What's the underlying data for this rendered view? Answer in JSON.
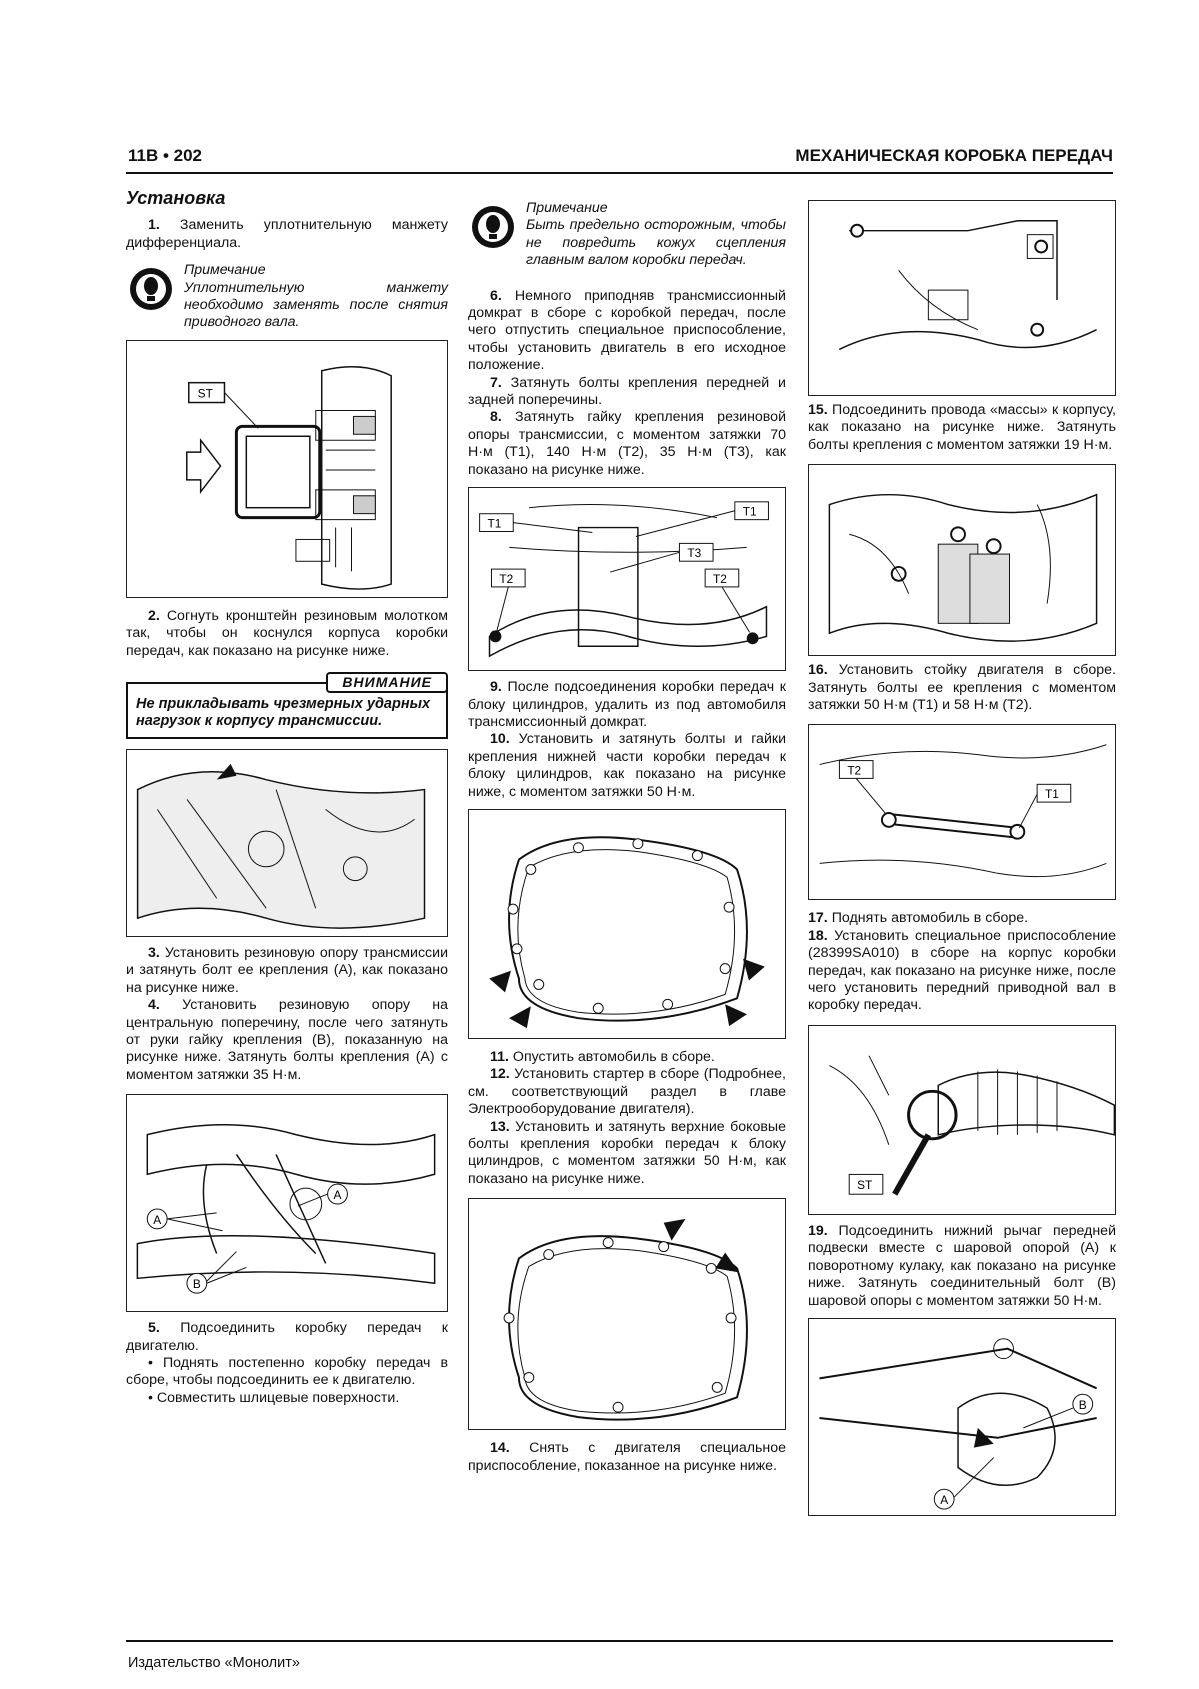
{
  "header": {
    "page_number": "11B • 202",
    "section_title": "МЕХАНИЧЕСКАЯ КОРОБКА ПЕРЕДАЧ"
  },
  "col1": {
    "heading": "Установка",
    "step1": "Заменить уплотнительную манжету дифференциала.",
    "note_label": "Примечание",
    "note1": "Уплотнительную манжету необходимо заменять после снятия приводного вала.",
    "fig1_label": "ST",
    "step2": "Согнуть кронштейн резиновым молотком так, чтобы он коснулся корпуса коробки передач, как показано на рисунке ниже.",
    "warning_tag": "ВНИМАНИЕ",
    "warning_text": "Не прикладывать чрезмерных ударных нагрузок к корпусу трансмиссии.",
    "step3": "Установить резиновую опору трансмиссии и затянуть болт ее крепления (A), как показано на рисунке ниже.",
    "step4": "Установить резиновую опору на центральную поперечину, после чего затянуть от руки гайку крепления (B), показанную на рисунке ниже. Затянуть болты крепления (A) с моментом затяжки 35 Н·м.",
    "fig4_a": "A",
    "fig4_b": "B",
    "step5": "Подсоединить коробку передач к двигателю.",
    "bullet1": "• Поднять постепенно коробку передач в сборе, чтобы подсоединить ее к двигателю.",
    "bullet2": "• Совместить шлицевые поверхности."
  },
  "col2": {
    "note_label": "Примечание",
    "note2": "Быть предельно осторожным, чтобы не повредить кожух сцепления главным валом коробки передач.",
    "step6": "Немного приподняв трансмиссионный домкрат в сборе с коробкой передач, после чего отпустить специальное приспособление, чтобы установить двигатель в его исходное положение.",
    "step7": "Затянуть болты крепления передней и задней поперечины.",
    "step8": "Затянуть гайку крепления резиновой опоры трансмиссии, с моментом затяжки 70 Н·м (T1), 140 Н·м (T2), 35 Н·м (T3), как показано на рисунке ниже.",
    "fig_t1": "T1",
    "fig_t2": "T2",
    "fig_t3": "T3",
    "step9": "После подсоединения коробки передач к блоку цилиндров, удалить из под автомобиля трансмиссионный домкрат.",
    "step10": "Установить и затянуть болты и гайки крепления нижней части коробки передач к блоку цилиндров, как показано на рисунке ниже, с моментом затяжки 50 Н·м.",
    "step11": "Опустить автомобиль в сборе.",
    "step12": "Установить стартер в сборе (Подробнее, см. соответствующий раздел в главе Электрооборудование двигателя).",
    "step13": "Установить и затянуть верхние боковые болты крепления коробки передач к блоку цилиндров, с моментом затяжки 50 Н·м, как показано на рисунке ниже.",
    "step14": "Снять с двигателя специальное приспособление, показанное на рисунке ниже."
  },
  "col3": {
    "step15": "Подсоединить провода «массы» к корпусу, как показано на рисунке ниже. Затянуть болты крепления с моментом затяжки 19 Н·м.",
    "step16": "Установить стойку двигателя в сборе. Затянуть болты ее крепления с моментом затяжки 50 Н·м (T1) и 58 Н·м (T2).",
    "fig_t1": "T1",
    "fig_t2": "T2",
    "step17": "Поднять автомобиль в сборе.",
    "step18": "Установить специальное приспособление (28399SA010) в сборе на корпус коробки передач, как показано на рисунке ниже, после чего установить передний приводной вал в коробку передач.",
    "fig_st": "ST",
    "step19": "Подсоединить нижний рычаг передней подвески вместе с шаровой опорой (A) к поворотному кулаку, как показано на рисунке ниже. Затянуть соединительный болт (B) шаровой опоры с моментом затяжки 50 Н·м.",
    "fig_a": "A",
    "fig_b": "B"
  },
  "steps": {
    "s1": "1.",
    "s2": "2.",
    "s3": "3.",
    "s4": "4.",
    "s5": "5.",
    "s6": "6.",
    "s7": "7.",
    "s8": "8.",
    "s9": "9.",
    "s10": "10.",
    "s11": "11.",
    "s12": "12.",
    "s13": "13.",
    "s14": "14.",
    "s15": "15.",
    "s16": "16.",
    "s17": "17.",
    "s18": "18.",
    "s19": "19."
  },
  "footer": {
    "publisher": "Издательство «Монолит»"
  }
}
